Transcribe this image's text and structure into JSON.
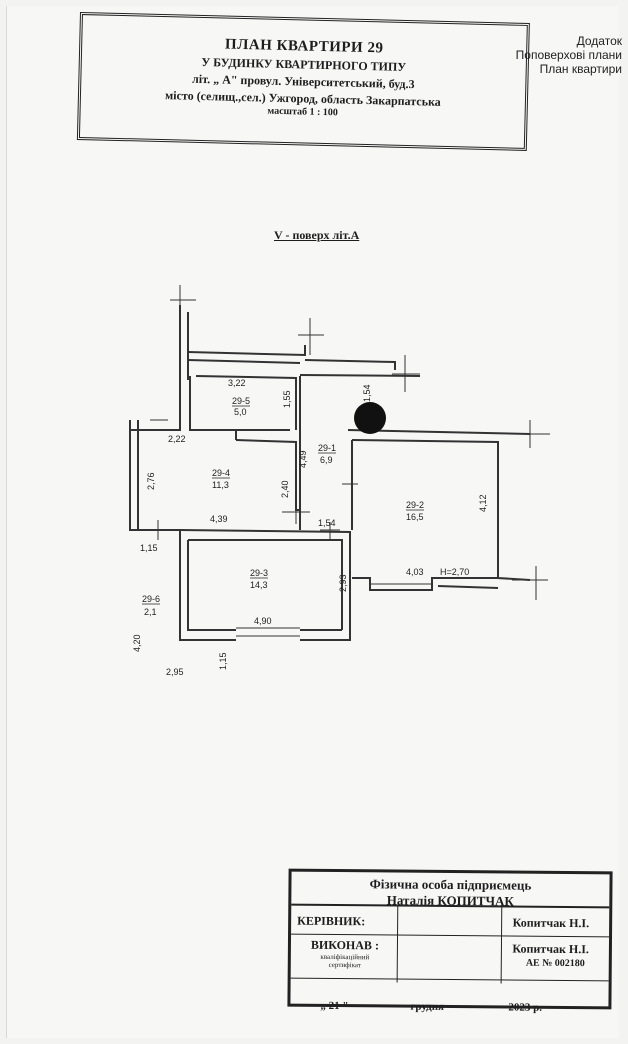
{
  "attachment": {
    "line1": "Додаток",
    "line2": "Поповерхові плани",
    "line3": "План квартири"
  },
  "title": {
    "line1": "ПЛАН КВАРТИРИ 29",
    "line2": "У БУДИНКУ КВАРТИРНОГО ТИПУ",
    "line3": "літ. „ А\" провул. Університетський, буд.3",
    "line4": "місто (селищ.,сел.)  Ужгород, область  Закарпатська",
    "line5": "масштаб 1 : 100"
  },
  "floor_label": "V - поверх літ.А",
  "rooms": [
    {
      "id": "29-5",
      "area": "5,0"
    },
    {
      "id": "29-1",
      "area": "6,9"
    },
    {
      "id": "29-4",
      "area": "11,3"
    },
    {
      "id": "29-2",
      "area": "16,5"
    },
    {
      "id": "29-3",
      "area": "14,3"
    },
    {
      "id": "29-6",
      "area": "2,1"
    }
  ],
  "dimensions": {
    "d322": "3,22",
    "d155": "1,55",
    "d154a": "1,54",
    "d222": "2,22",
    "d449": "4,49",
    "d276": "2,76",
    "d240": "2,40",
    "d439": "4,39",
    "d154b": "1,54",
    "d412": "4,12",
    "d115a": "1,15",
    "d293": "2,93",
    "d403": "4,03",
    "height": "H=2,70",
    "d490": "4,90",
    "d420": "4,20",
    "d295": "2,95",
    "d115b": "1,15"
  },
  "stamp": {
    "header1": "Фізична особа підприємець",
    "header2": "Наталія КОПИТЧАК",
    "manager_label": "КЕРІВНИК:",
    "manager_name": "Копитчак Н.І.",
    "executor_label": "ВИКОНАВ :",
    "executor_sub1": "кваліфікаційний",
    "executor_sub2": "сертифікат",
    "executor_name": "Копитчак Н.І.",
    "certificate": "АЕ  № 002180",
    "date_day": "„  21  \"",
    "date_month": "грудня",
    "date_year": "2023 р."
  }
}
